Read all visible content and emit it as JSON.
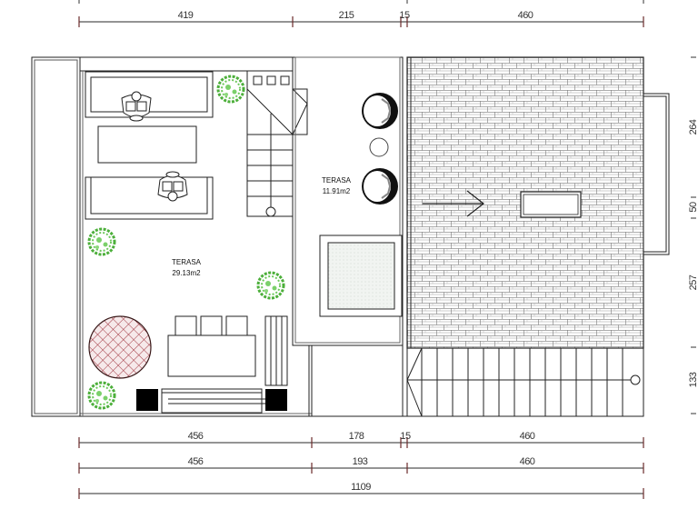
{
  "drawing": {
    "type": "architectural floor plan",
    "colors": {
      "line": "#222222",
      "plant": "#4caf3a",
      "rug_hatch": "#a0353f",
      "rug_fill": "#f6e9ea",
      "pool_fill": "#eef3ef",
      "dim_tick": "#6b2a2a"
    }
  },
  "rooms": [
    {
      "id": "terasa-large",
      "name": "TERASA",
      "area": "29.13m2"
    },
    {
      "id": "terasa-small",
      "name": "TERASA",
      "area": "11.91m2"
    }
  ],
  "dimensions": {
    "top": [
      "419",
      "215",
      "15",
      "460"
    ],
    "bottom_row1": [
      "456",
      "178",
      "15",
      "460"
    ],
    "bottom_row2": [
      "456",
      "193",
      "460"
    ],
    "bottom_total": "1109",
    "right": [
      "264",
      "50",
      "257",
      "133"
    ]
  },
  "elements": {
    "furniture": [
      "sofa",
      "sofa",
      "coffee-table",
      "armchair",
      "armchair",
      "dining-table",
      "chair",
      "chair",
      "chair",
      "round-rug",
      "bench",
      "sun-lounger",
      "lounge-chair",
      "lounge-chair",
      "side-table",
      "planter",
      "planter"
    ],
    "plants": 4,
    "stairs": [
      "stair-left",
      "stair-bottom-right"
    ],
    "roof": [
      "tiled-roof",
      "skylight",
      "slope-arrow"
    ],
    "pool": "jacuzzi"
  }
}
